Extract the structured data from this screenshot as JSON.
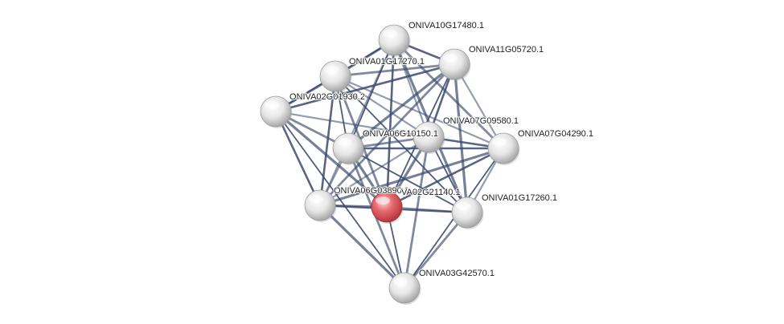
{
  "network": {
    "nodes": [
      {
        "id": "n_10G17480",
        "label": "ONIVA10G17480.1",
        "query": false
      },
      {
        "id": "n_11G05720",
        "label": "ONIVA11G05720.1",
        "query": false
      },
      {
        "id": "n_01G17270",
        "label": "ONIVA01G17270.1",
        "query": false
      },
      {
        "id": "n_02G01930",
        "label": "ONIVA02G01930.2",
        "query": false
      },
      {
        "id": "n_07G09580",
        "label": "ONIVA07G09580.1",
        "query": false
      },
      {
        "id": "n_06G10150",
        "label": "ONIVA06G10150.1",
        "query": false
      },
      {
        "id": "n_07G04290",
        "label": "ONIVA07G04290.1",
        "query": false
      },
      {
        "id": "n_06G03890",
        "label": "ONIVA06G03890.1",
        "query": false
      },
      {
        "id": "n_02G21140",
        "label": "VA02G21140.1",
        "query": true
      },
      {
        "id": "n_01G17260",
        "label": "ONIVA01G17260.1",
        "query": false
      },
      {
        "id": "n_03G42570",
        "label": "ONIVA03G42570.1",
        "query": false
      }
    ],
    "edges": [
      [
        "n_10G17480",
        "n_11G05720"
      ],
      [
        "n_10G17480",
        "n_01G17270"
      ],
      [
        "n_10G17480",
        "n_07G09580"
      ],
      [
        "n_10G17480",
        "n_06G10150"
      ],
      [
        "n_10G17480",
        "n_07G04290"
      ],
      [
        "n_10G17480",
        "n_02G21140"
      ],
      [
        "n_10G17480",
        "n_01G17260"
      ],
      [
        "n_10G17480",
        "n_06G03890"
      ],
      [
        "n_10G17480",
        "n_02G01930"
      ],
      [
        "n_11G05720",
        "n_01G17270"
      ],
      [
        "n_11G05720",
        "n_07G09580"
      ],
      [
        "n_11G05720",
        "n_06G10150"
      ],
      [
        "n_11G05720",
        "n_07G04290"
      ],
      [
        "n_11G05720",
        "n_02G21140"
      ],
      [
        "n_11G05720",
        "n_06G03890"
      ],
      [
        "n_11G05720",
        "n_02G01930"
      ],
      [
        "n_11G05720",
        "n_01G17260"
      ],
      [
        "n_01G17270",
        "n_07G09580"
      ],
      [
        "n_01G17270",
        "n_06G10150"
      ],
      [
        "n_01G17270",
        "n_02G21140"
      ],
      [
        "n_01G17270",
        "n_06G03890"
      ],
      [
        "n_01G17270",
        "n_02G01930"
      ],
      [
        "n_01G17270",
        "n_07G04290"
      ],
      [
        "n_01G17270",
        "n_01G17260"
      ],
      [
        "n_02G01930",
        "n_06G10150"
      ],
      [
        "n_02G01930",
        "n_06G03890"
      ],
      [
        "n_02G01930",
        "n_02G21140"
      ],
      [
        "n_02G01930",
        "n_07G09580"
      ],
      [
        "n_02G01930",
        "n_03G42570"
      ],
      [
        "n_07G09580",
        "n_06G10150"
      ],
      [
        "n_07G09580",
        "n_07G04290"
      ],
      [
        "n_07G09580",
        "n_02G21140"
      ],
      [
        "n_07G09580",
        "n_06G03890"
      ],
      [
        "n_07G09580",
        "n_01G17260"
      ],
      [
        "n_07G09580",
        "n_03G42570"
      ],
      [
        "n_06G10150",
        "n_07G04290"
      ],
      [
        "n_06G10150",
        "n_02G21140"
      ],
      [
        "n_06G10150",
        "n_06G03890"
      ],
      [
        "n_06G10150",
        "n_01G17260"
      ],
      [
        "n_06G10150",
        "n_03G42570"
      ],
      [
        "n_07G04290",
        "n_02G21140"
      ],
      [
        "n_07G04290",
        "n_06G03890"
      ],
      [
        "n_07G04290",
        "n_01G17260"
      ],
      [
        "n_07G04290",
        "n_03G42570"
      ],
      [
        "n_06G03890",
        "n_02G21140"
      ],
      [
        "n_06G03890",
        "n_01G17260"
      ],
      [
        "n_06G03890",
        "n_03G42570"
      ],
      [
        "n_02G21140",
        "n_01G17260"
      ],
      [
        "n_02G21140",
        "n_03G42570"
      ],
      [
        "n_01G17260",
        "n_03G42570"
      ]
    ],
    "colors": {
      "edge": "#3c4a6e",
      "node_fill": "#e8e8e8",
      "node_shadow": "#9a9a9a",
      "query_fill": "#e05a60",
      "label": "#222222"
    }
  }
}
